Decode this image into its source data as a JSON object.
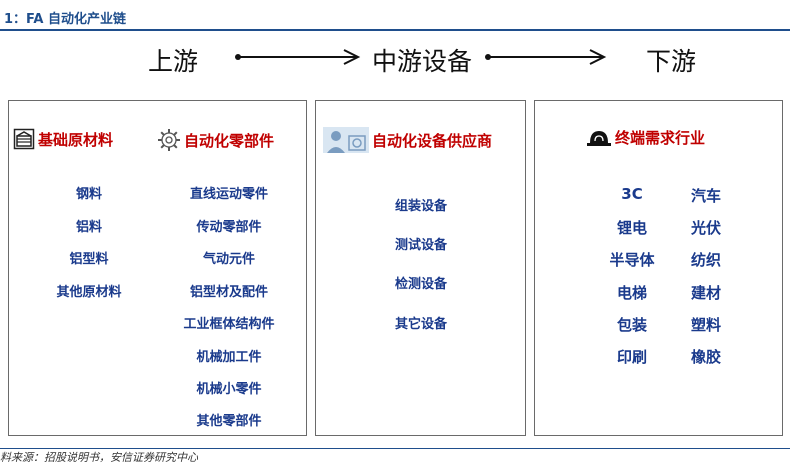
{
  "figure_title": "1：FA 自动化产业链",
  "stages": {
    "upstream": "上游",
    "midstream": "中游设备",
    "downstream": "下游"
  },
  "panels": {
    "raw_materials": {
      "title": "基础原材料",
      "icon": "factory-icon",
      "items": [
        "钢料",
        "铝料",
        "铝型料",
        "其他原材料"
      ]
    },
    "components": {
      "title": "自动化零部件",
      "icon": "gear-icon",
      "items": [
        "直线运动零件",
        "传动零部件",
        "气动元件",
        "铝型材及配件",
        "工业框体结构件",
        "机械加工件",
        "机械小零件",
        "其他零部件"
      ]
    },
    "suppliers": {
      "title": "自动化设备供应商",
      "icon": "engineer-icon",
      "items": [
        "组装设备",
        "测试设备",
        "检测设备",
        "其它设备"
      ]
    },
    "industries": {
      "title": "终端需求行业",
      "icon": "helmet-icon",
      "left": [
        "3C",
        "锂电",
        "半导体",
        "电梯",
        "包装",
        "印刷"
      ],
      "right": [
        "汽车",
        "光伏",
        "纺织",
        "建材",
        "塑料",
        "橡胶"
      ]
    }
  },
  "source": "料来源：招股说明书，安信证券研究中心",
  "colors": {
    "title_blue": "#1f4e8c",
    "header_red": "#c00000",
    "item_blue": "#1a3a8c",
    "border_gray": "#6a6a6a"
  }
}
